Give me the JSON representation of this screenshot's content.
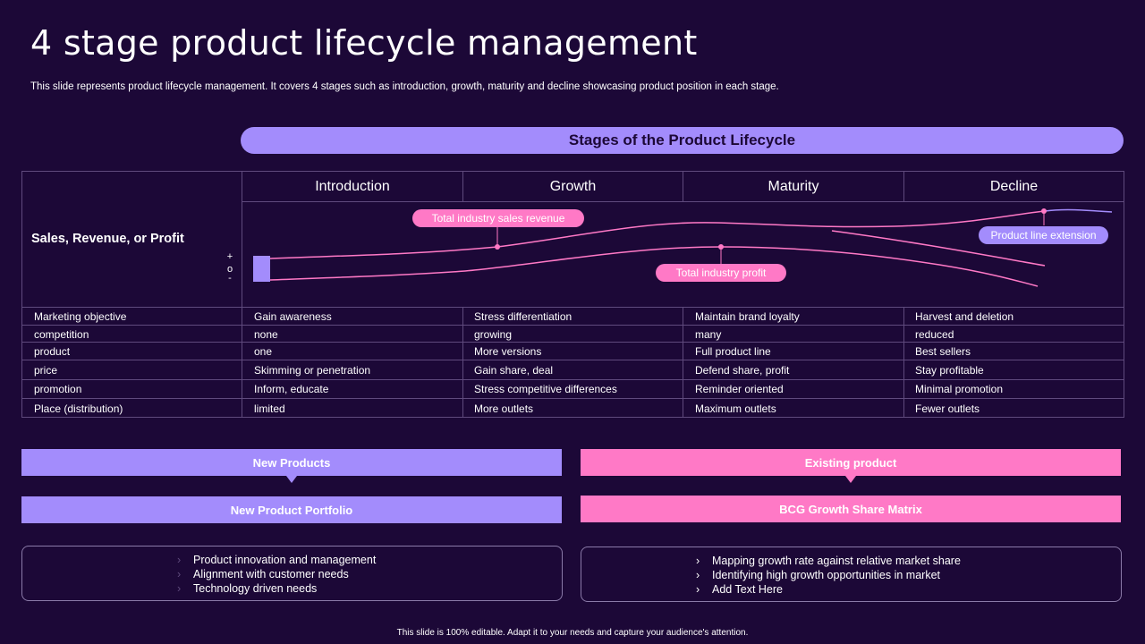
{
  "title": "4 stage product lifecycle management",
  "subtitle": "This slide represents product lifecycle management. It covers 4 stages such as introduction, growth, maturity and decline showcasing product position in each stage.",
  "banner": "Stages of the Product Lifecycle",
  "stages": [
    "Introduction",
    "Growth",
    "Maturity",
    "Decline"
  ],
  "sales_label": "Sales, Revenue, or Profit",
  "axis_marks": {
    "plus": "+",
    "zero": "o",
    "minus": "-"
  },
  "curve_labels": {
    "revenue": "Total industry sales revenue",
    "profit": "Total industry profit",
    "extension": "Product line extension"
  },
  "table": {
    "rows": [
      {
        "label": "Marketing objective",
        "cells": [
          "Gain awareness",
          "Stress differentiation",
          "Maintain brand loyalty",
          "Harvest and deletion"
        ]
      },
      {
        "label": "competition",
        "cells": [
          "none",
          "growing",
          "many",
          "reduced"
        ]
      },
      {
        "label": "product",
        "cells": [
          "one",
          "More versions",
          "Full product line",
          "Best sellers"
        ]
      },
      {
        "label": "price",
        "cells": [
          "Skimming or penetration",
          "Gain share, deal",
          "Defend share, profit",
          "Stay profitable"
        ]
      },
      {
        "label": "promotion",
        "cells": [
          "Inform, educate",
          "Stress competitive differences",
          "Reminder oriented",
          "Minimal promotion"
        ]
      },
      {
        "label": "Place (distribution)",
        "cells": [
          "limited",
          "More outlets",
          "Maximum outlets",
          "Fewer outlets"
        ]
      }
    ]
  },
  "left_panel": {
    "head": "New Products",
    "sub": "New Product Portfolio",
    "bullets": [
      "Product innovation  and management",
      "Alignment with customer needs",
      "Technology driven  needs"
    ],
    "bullet_glyph": "›"
  },
  "right_panel": {
    "head": "Existing product",
    "sub": "BCG Growth Share Matrix",
    "bullets": [
      "Mapping growth rate against relative market share",
      "Identifying high growth opportunities in market",
      "Add Text Here"
    ],
    "bullet_glyph": "›"
  },
  "footer": "This slide is 100% editable.  Adapt it to your needs and capture your audience's attention.",
  "colors": {
    "background": "#1c0837",
    "purple": "#a38cfc",
    "pink": "#ff79c6",
    "grid": "#5f4a7d"
  }
}
